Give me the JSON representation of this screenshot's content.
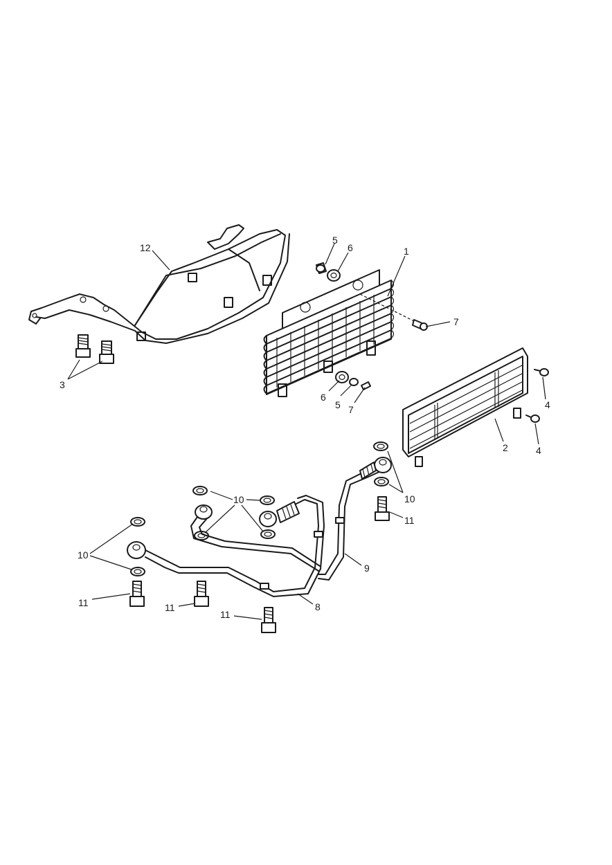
{
  "callouts": {
    "c1": "1",
    "c2": "2",
    "c3": "3",
    "c4a": "4",
    "c4b": "4",
    "c5a": "5",
    "c5b": "5",
    "c6a": "6",
    "c6b": "6",
    "c7a": "7",
    "c7b": "7",
    "c8": "8",
    "c9": "9",
    "c10a": "10",
    "c10b": "10",
    "c10c": "10",
    "c11a": "11",
    "c11b": "11",
    "c11c": "11",
    "c11d": "11",
    "c12": "12"
  },
  "colors": {
    "line": "#1a1a1a",
    "background": "#ffffff"
  }
}
